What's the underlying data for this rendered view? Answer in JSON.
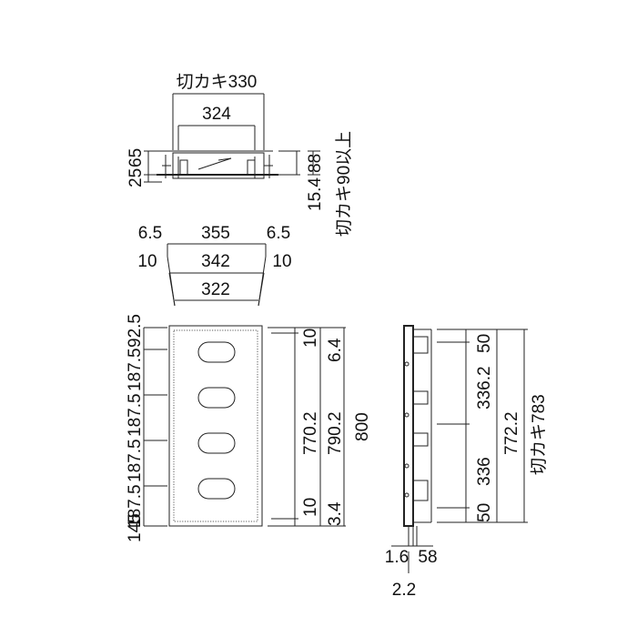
{
  "top_view": {
    "cutout_width": "切カキ330",
    "inner_width": "324",
    "left_dim_a": "25",
    "left_dim_b": "65",
    "right_dim_a": "15.4",
    "right_dim_b": "88",
    "cutout_depth": "切カキ90以上"
  },
  "width_dims": {
    "left_offset": "6.5",
    "overall": "355",
    "right_offset": "6.5",
    "left_inner": "10",
    "middle": "342",
    "right_inner": "10",
    "body": "322"
  },
  "front_view": {
    "left_dims": [
      "92.5",
      "187.5",
      "187.5",
      "187.5",
      "187.5",
      "145"
    ],
    "right_col_a": [
      "10",
      "770.2",
      "10"
    ],
    "right_col_b": [
      "6.4",
      "790.2",
      "3.4"
    ],
    "overall_height": "800",
    "slot_count": 4
  },
  "side_view": {
    "dims_col_a": [
      "50",
      "336.2",
      "336",
      "50"
    ],
    "dim_mid": "772.2",
    "cutout": "切カキ783",
    "bottom_a": "1.6",
    "bottom_b": "58",
    "bottom_c": "2.2"
  }
}
